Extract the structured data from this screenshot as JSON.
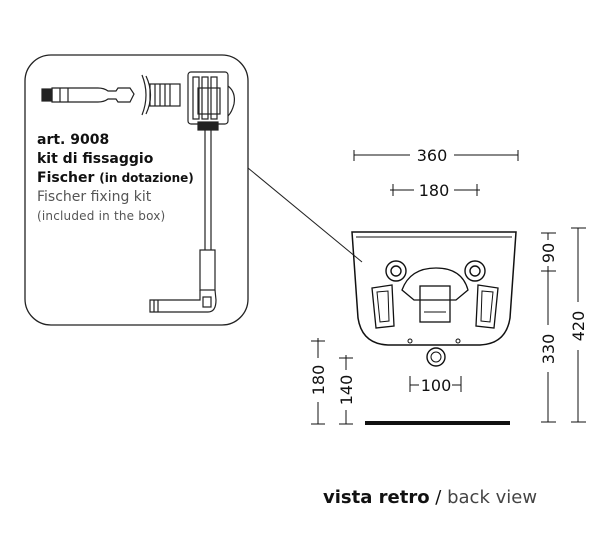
{
  "kit": {
    "code": "art. 9008",
    "name_it": "kit di fissaggio",
    "brand_it": "Fischer",
    "note_it": "(in dotazione)",
    "name_en": "Fischer fixing kit",
    "note_en": "(included in the box)"
  },
  "dimensions": {
    "width_total": "360",
    "width_fixing": "180",
    "height_fixing_top": "90",
    "height_fixing": "330",
    "height_total": "420",
    "left_180": "180",
    "left_140": "140",
    "drain_offset": "100"
  },
  "caption": {
    "italian": "vista retro",
    "separator": " / ",
    "english": "back view"
  },
  "colors": {
    "line": "#111111",
    "text_muted": "#555555"
  }
}
